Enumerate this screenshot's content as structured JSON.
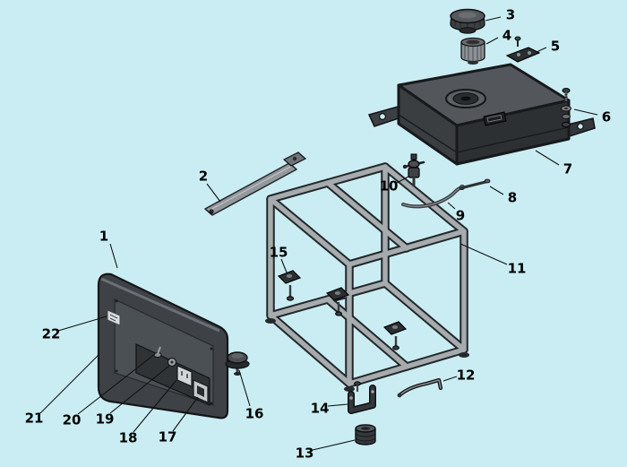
{
  "colors": {
    "background": "#c9edf3",
    "leader_line": "#111111",
    "label_text": "#000000",
    "tube_light": "#a6abae",
    "tank_dark": "#2d3033"
  },
  "callouts": [
    {
      "label": "1",
      "text": [
        116,
        263
      ],
      "line": [
        123,
        272,
        131,
        299
      ]
    },
    {
      "label": "2",
      "text": [
        227,
        196
      ],
      "line": [
        231,
        205,
        246,
        225
      ]
    },
    {
      "label": "3",
      "text": [
        570,
        16
      ],
      "line": [
        559,
        19,
        542,
        23
      ]
    },
    {
      "label": "4",
      "text": [
        566,
        39
      ],
      "line": [
        556,
        42,
        543,
        49
      ]
    },
    {
      "label": "5",
      "text": [
        620,
        51
      ],
      "line": [
        610,
        53,
        599,
        58
      ]
    },
    {
      "label": "6",
      "text": [
        677,
        130
      ],
      "line": [
        667,
        128,
        641,
        122
      ]
    },
    {
      "label": "7",
      "text": [
        634,
        188
      ],
      "line": [
        624,
        184,
        598,
        168
      ]
    },
    {
      "label": "8",
      "text": [
        572,
        220
      ],
      "line": [
        562,
        217,
        547,
        208
      ]
    },
    {
      "label": "9",
      "text": [
        514,
        240
      ],
      "line": [
        508,
        233,
        500,
        226
      ]
    },
    {
      "label": "10",
      "text": [
        434,
        207
      ],
      "line": [
        443,
        204,
        456,
        197
      ]
    },
    {
      "label": "11",
      "text": [
        577,
        299
      ],
      "line": [
        566,
        295,
        514,
        272
      ]
    },
    {
      "label": "12",
      "text": [
        520,
        418
      ],
      "line": [
        510,
        420,
        495,
        425
      ]
    },
    {
      "label": "13",
      "text": [
        340,
        505
      ],
      "line": [
        349,
        502,
        396,
        491
      ]
    },
    {
      "label": "14",
      "text": [
        357,
        455
      ],
      "line": [
        366,
        453,
        388,
        451
      ]
    },
    {
      "label": "15",
      "text": [
        311,
        281
      ],
      "line": [
        314,
        289,
        320,
        304
      ]
    },
    {
      "label": "16",
      "text": [
        284,
        461
      ],
      "line": [
        279,
        453,
        267,
        413
      ]
    },
    {
      "label": "17",
      "text": [
        187,
        487
      ],
      "line": [
        193,
        481,
        221,
        443
      ]
    },
    {
      "label": "18",
      "text": [
        143,
        488
      ],
      "line": [
        149,
        482,
        197,
        424
      ]
    },
    {
      "label": "19",
      "text": [
        117,
        467
      ],
      "line": [
        123,
        461,
        189,
        408
      ]
    },
    {
      "label": "20",
      "text": [
        80,
        468
      ],
      "line": [
        87,
        462,
        173,
        395
      ]
    },
    {
      "label": "21",
      "text": [
        38,
        466
      ],
      "line": [
        45,
        461,
        110,
        396
      ]
    },
    {
      "label": "22",
      "text": [
        57,
        372
      ],
      "line": [
        65,
        369,
        119,
        353
      ]
    }
  ]
}
